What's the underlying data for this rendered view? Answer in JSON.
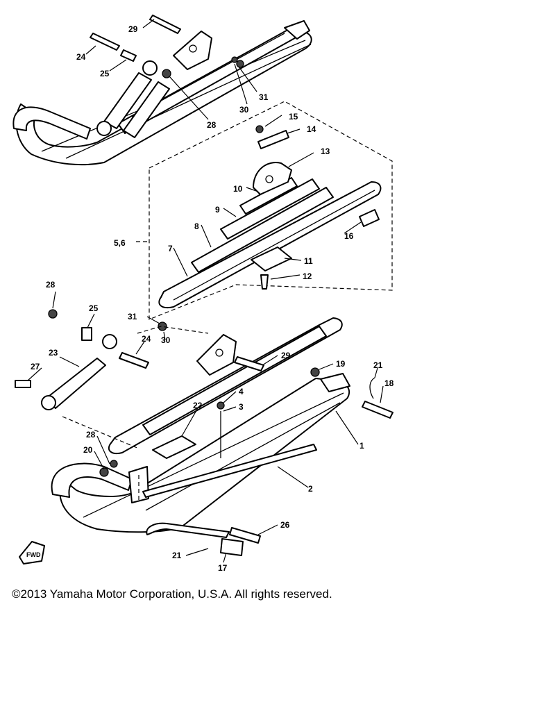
{
  "callouts": [
    {
      "id": "c29a",
      "text": "29"
    },
    {
      "id": "c24a",
      "text": "24"
    },
    {
      "id": "c25a",
      "text": "25"
    },
    {
      "id": "c30a",
      "text": "30"
    },
    {
      "id": "c31a",
      "text": "31"
    },
    {
      "id": "c28a",
      "text": "28"
    },
    {
      "id": "c15",
      "text": "15"
    },
    {
      "id": "c14",
      "text": "14"
    },
    {
      "id": "c13",
      "text": "13"
    },
    {
      "id": "c10",
      "text": "10"
    },
    {
      "id": "c9",
      "text": "9"
    },
    {
      "id": "c8",
      "text": "8"
    },
    {
      "id": "c56",
      "text": "5,6"
    },
    {
      "id": "c7",
      "text": "7"
    },
    {
      "id": "c16",
      "text": "16"
    },
    {
      "id": "c11",
      "text": "11"
    },
    {
      "id": "c12",
      "text": "12"
    },
    {
      "id": "c28b",
      "text": "28"
    },
    {
      "id": "c25b",
      "text": "25"
    },
    {
      "id": "c31b",
      "text": "31"
    },
    {
      "id": "c30b",
      "text": "30"
    },
    {
      "id": "c24b",
      "text": "24"
    },
    {
      "id": "c23",
      "text": "23"
    },
    {
      "id": "c29b",
      "text": "29"
    },
    {
      "id": "c27",
      "text": "27"
    },
    {
      "id": "c19",
      "text": "19"
    },
    {
      "id": "c21a",
      "text": "21"
    },
    {
      "id": "c18",
      "text": "18"
    },
    {
      "id": "c4",
      "text": "4"
    },
    {
      "id": "c3",
      "text": "3"
    },
    {
      "id": "c22",
      "text": "22"
    },
    {
      "id": "c1",
      "text": "1"
    },
    {
      "id": "c28c",
      "text": "28"
    },
    {
      "id": "c20",
      "text": "20"
    },
    {
      "id": "c2",
      "text": "2"
    },
    {
      "id": "c26",
      "text": "26"
    },
    {
      "id": "c21b",
      "text": "21"
    },
    {
      "id": "c17",
      "text": "17"
    }
  ],
  "badge_text": "FWD",
  "copyright": "©2013 Yamaha Motor Corporation, U.S.A. All rights reserved."
}
